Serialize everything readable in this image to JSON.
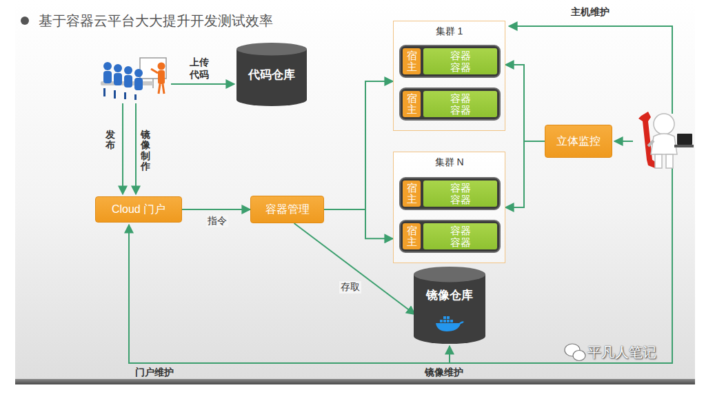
{
  "diagram": {
    "title": "基于容器云平台大大提升开发测试效率",
    "nodes": [
      {
        "text": [
          "代码仓库"
        ]
      },
      {
        "text": [
          "集群 1"
        ]
      },
      {
        "text": [
          "宿主"
        ],
        "in": 1
      },
      {
        "text": [
          "容器",
          "容器"
        ],
        "in": 1
      },
      {
        "text": [
          "宿主"
        ],
        "in": 1
      },
      {
        "text": [
          "容器",
          "容器"
        ],
        "in": 1
      },
      {
        "text": [
          "立体监控"
        ]
      },
      {
        "text": [
          "Cloud 门户"
        ]
      },
      {
        "text": [
          "容器管理"
        ]
      },
      {
        "text": [
          "集群 N"
        ]
      },
      {
        "text": [
          "宿主"
        ],
        "in": 9
      },
      {
        "text": [
          "容器",
          "容器"
        ],
        "in": 9
      },
      {
        "text": [
          "宿主"
        ],
        "in": 9
      },
      {
        "text": [
          "容器",
          "容器"
        ],
        "in": 9
      },
      {
        "text": [
          "镜像仓库"
        ]
      }
    ],
    "edges": [
      {
        "from": 7,
        "to": 8,
        "arrow": "to",
        "label": "指令"
      },
      {
        "from": 8,
        "to": 1,
        "arrow": "to"
      },
      {
        "from": 8,
        "to": 9,
        "arrow": "to"
      },
      {
        "from": 8,
        "to": 14,
        "arrow": "to",
        "label": "存取"
      },
      {
        "from": 6,
        "to": 1,
        "arrow": "to"
      },
      {
        "from": 6,
        "to": 9,
        "arrow": "to"
      }
    ],
    "labels": [
      "上传 代码",
      "发布",
      "镜像制作",
      "主机维护",
      "门户维护",
      "镜像维护",
      "平凡人笔记"
    ]
  }
}
